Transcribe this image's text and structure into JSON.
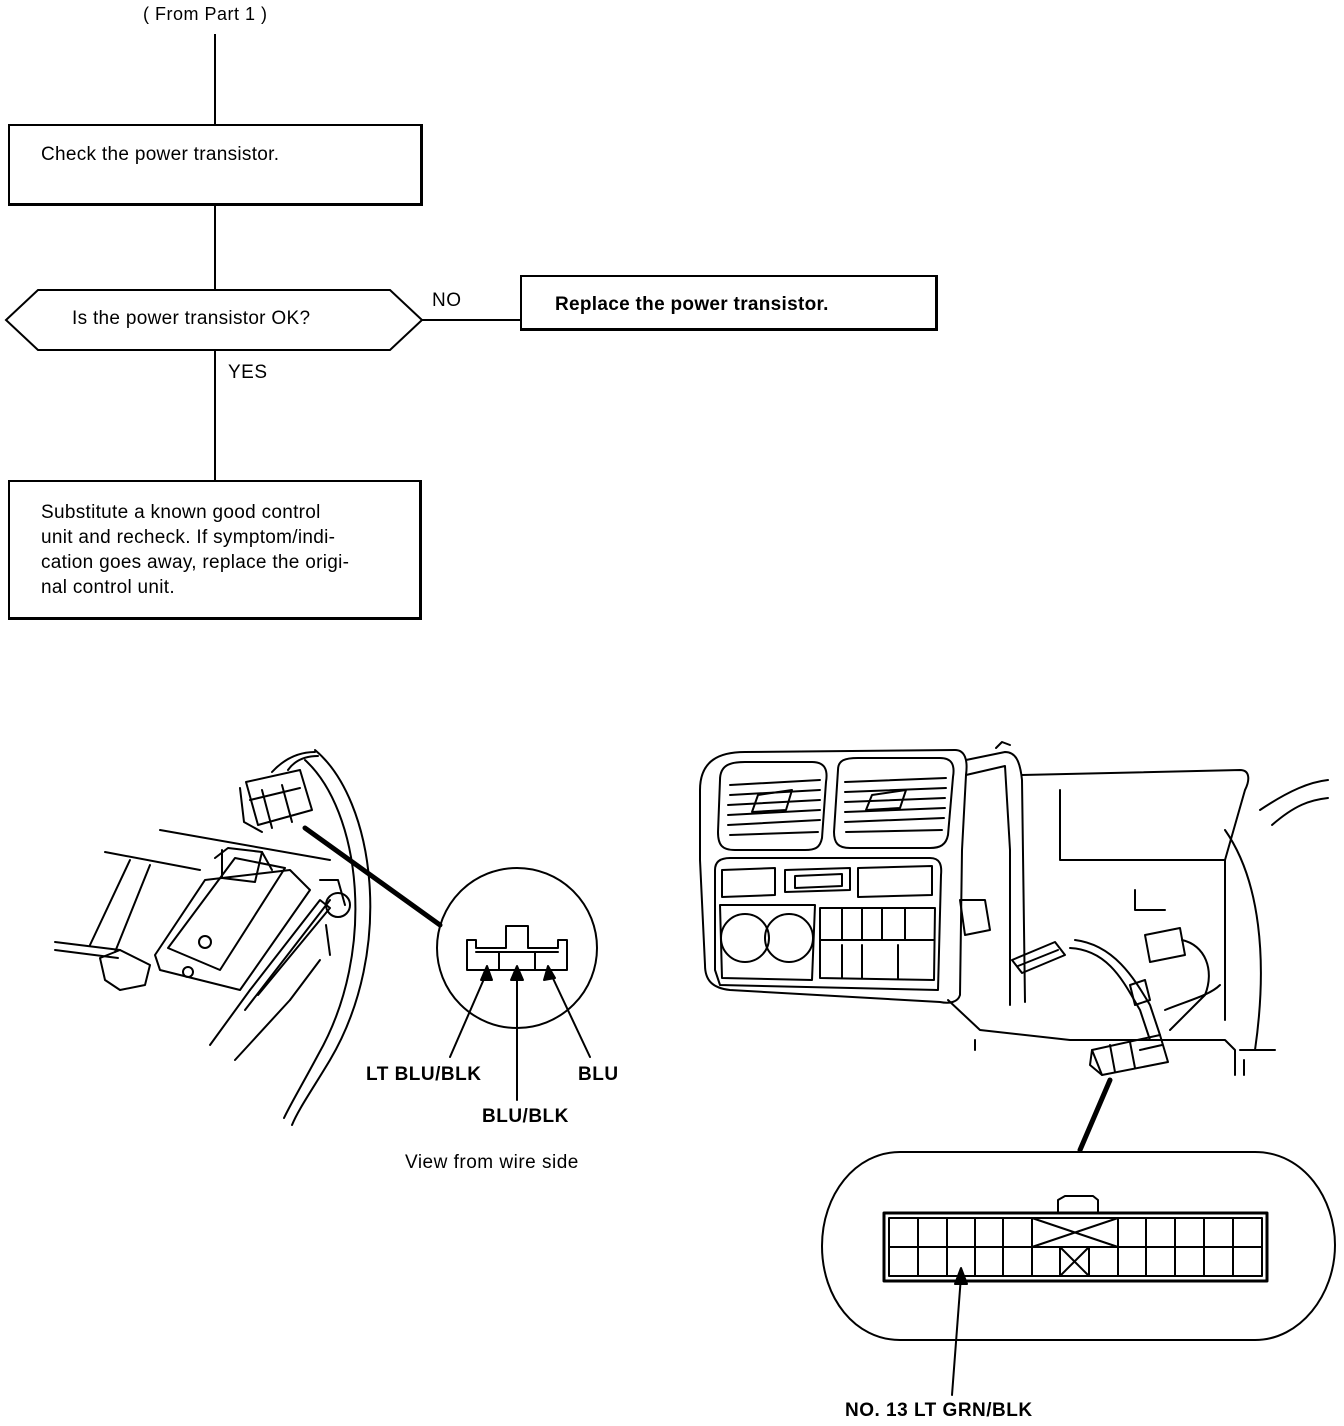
{
  "flowchart": {
    "from_label": "( From Part 1 )",
    "step_check": "Check the power transistor.",
    "decision": "Is the power transistor OK?",
    "no_label": "NO",
    "yes_label": "YES",
    "step_replace": "Replace the power transistor.",
    "step_substitute_lines": [
      "Substitute a known good control",
      "unit and recheck. If symptom/indi-",
      "cation goes away, replace the origi-",
      "nal control unit."
    ]
  },
  "left_figure": {
    "wire_labels": {
      "left": "LT BLU/BLK",
      "middle": "BLU/BLK",
      "right": "BLU"
    },
    "caption": "View from wire side"
  },
  "right_figure": {
    "terminal_label": "NO. 13 LT GRN/BLK"
  }
}
